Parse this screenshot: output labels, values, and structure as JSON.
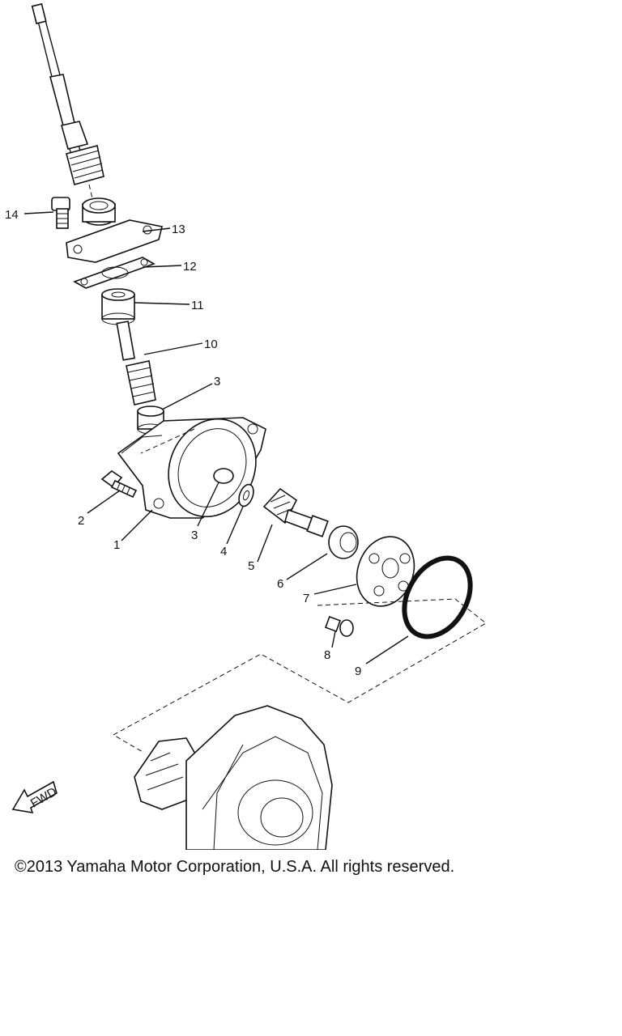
{
  "diagram": {
    "callouts": [
      {
        "id": "14",
        "text": "14"
      },
      {
        "id": "13",
        "text": "13"
      },
      {
        "id": "12",
        "text": "12"
      },
      {
        "id": "11",
        "text": "11"
      },
      {
        "id": "10",
        "text": "10"
      },
      {
        "id": "3a",
        "text": "3"
      },
      {
        "id": "2",
        "text": "2"
      },
      {
        "id": "1",
        "text": "1"
      },
      {
        "id": "3b",
        "text": "3"
      },
      {
        "id": "4",
        "text": "4"
      },
      {
        "id": "5",
        "text": "5"
      },
      {
        "id": "6",
        "text": "6"
      },
      {
        "id": "7",
        "text": "7"
      },
      {
        "id": "8",
        "text": "8"
      },
      {
        "id": "9",
        "text": "9"
      }
    ],
    "fwd_label": "FWD"
  },
  "footer": {
    "copyright": "©2013 Yamaha Motor Corporation, U.S.A. All rights reserved."
  }
}
